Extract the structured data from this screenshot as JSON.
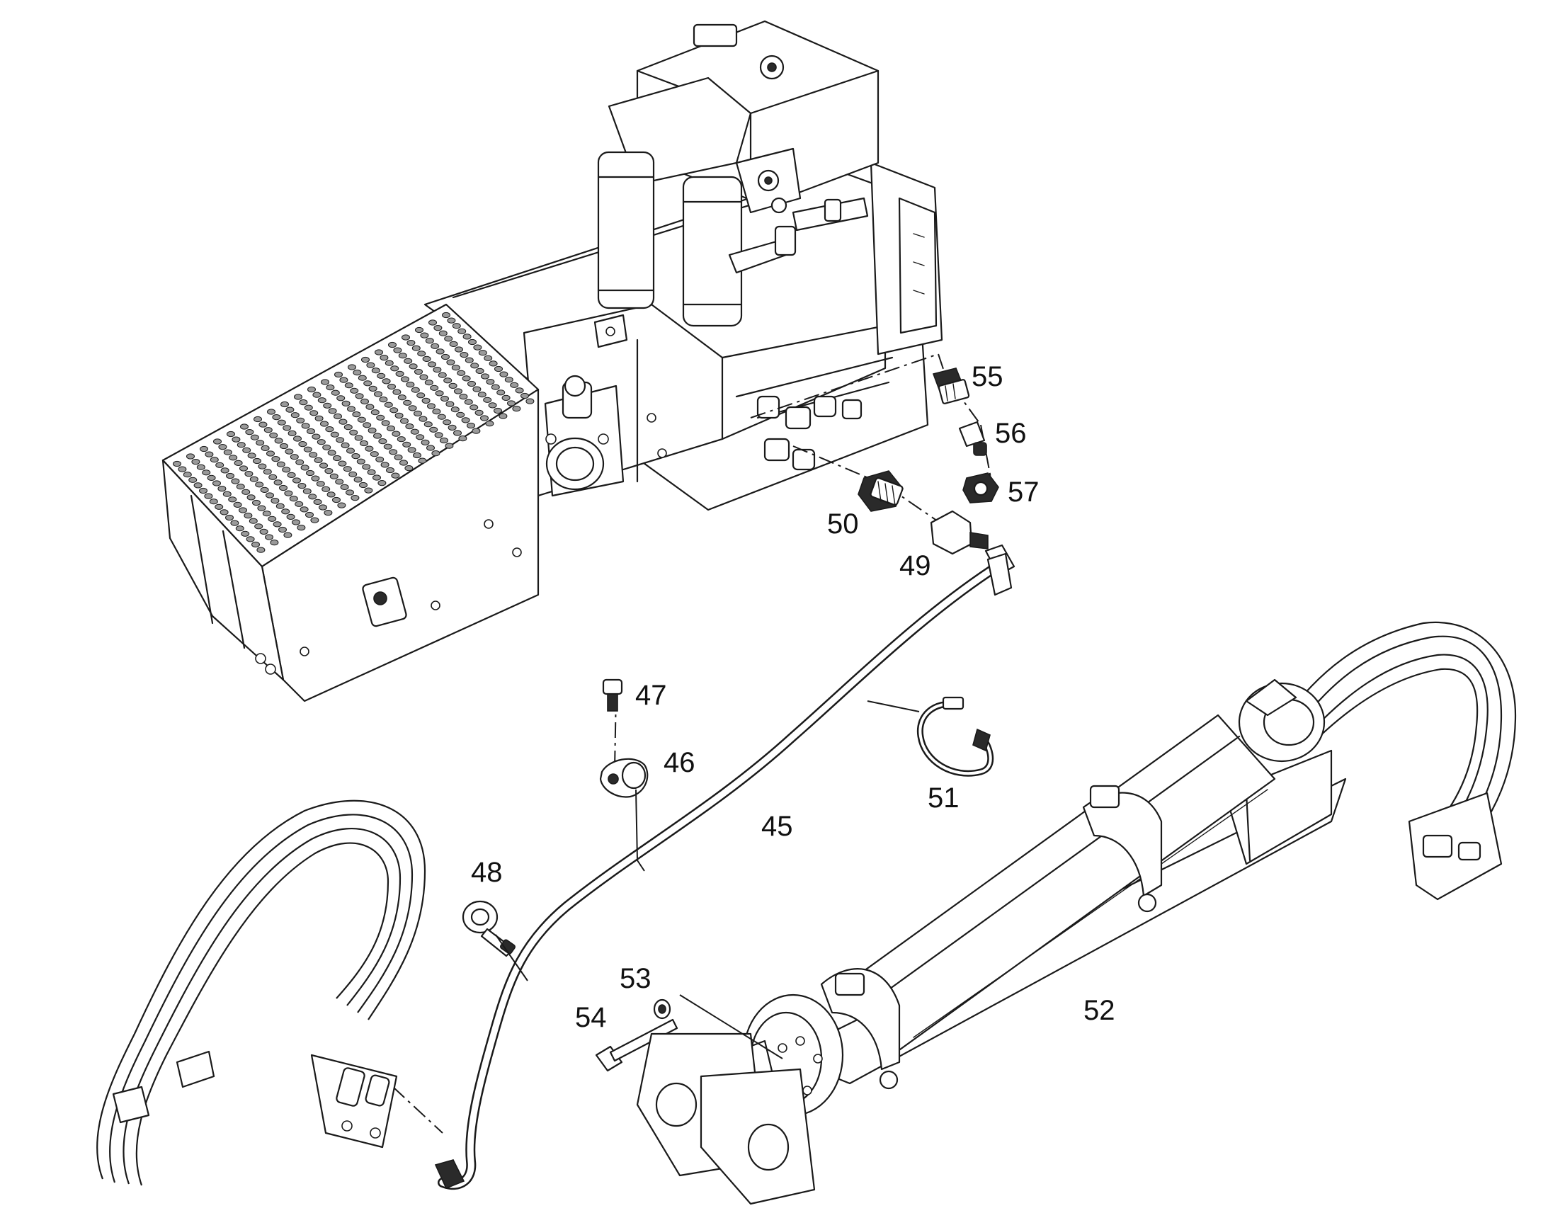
{
  "diagram": {
    "callouts": [
      {
        "id": "c45",
        "text": "45"
      },
      {
        "id": "c46",
        "text": "46"
      },
      {
        "id": "c47",
        "text": "47"
      },
      {
        "id": "c48",
        "text": "48"
      },
      {
        "id": "c49",
        "text": "49"
      },
      {
        "id": "c50",
        "text": "50"
      },
      {
        "id": "c51",
        "text": "51"
      },
      {
        "id": "c52",
        "text": "52"
      },
      {
        "id": "c53",
        "text": "53"
      },
      {
        "id": "c54",
        "text": "54"
      },
      {
        "id": "c55",
        "text": "55"
      },
      {
        "id": "c56",
        "text": "56"
      },
      {
        "id": "c57",
        "text": "57"
      }
    ]
  }
}
